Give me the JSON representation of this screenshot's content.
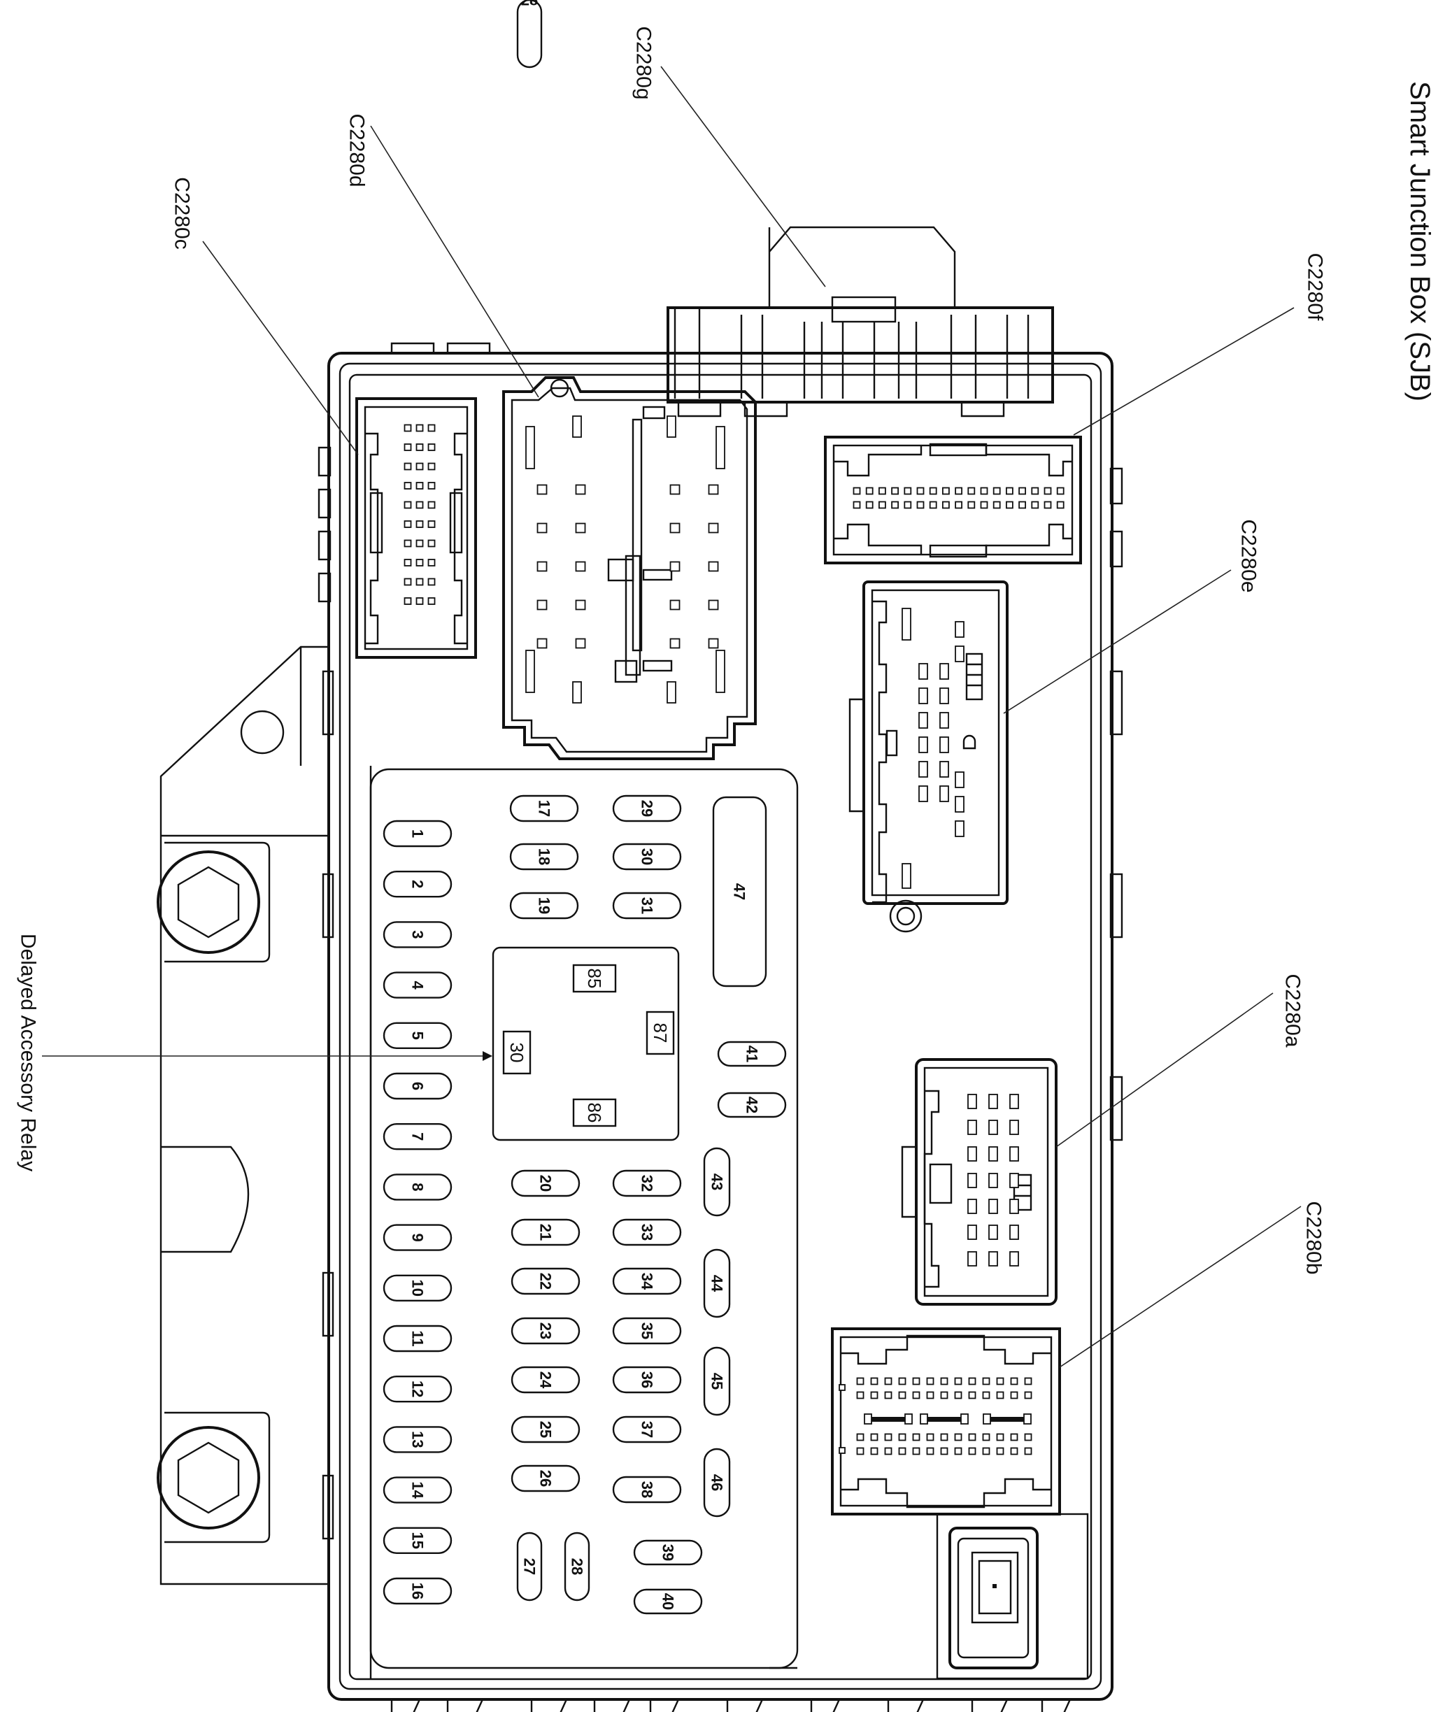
{
  "title": "Smart Junction Box (SJB)",
  "connectors": {
    "c2280a": "C2280a",
    "c2280b": "C2280b",
    "c2280c": "C2280c",
    "c2280d": "C2280d",
    "c2280e": "C2280e",
    "c2280f": "C2280f",
    "c2280g": "C2280g"
  },
  "relay": {
    "label": "Delayed Accessory Relay",
    "pins": [
      "85",
      "87",
      "30",
      "86"
    ]
  },
  "fuses": {
    "column_outer": [
      "1",
      "2",
      "3",
      "4",
      "5",
      "6",
      "7",
      "8",
      "9",
      "10",
      "11",
      "12",
      "13",
      "14",
      "15",
      "16"
    ],
    "column_inner_top": [
      "17",
      "18",
      "19"
    ],
    "column_mid_top": [
      "29",
      "30",
      "31"
    ],
    "column_inner_bottom": [
      "20",
      "21",
      "22",
      "23",
      "24",
      "25",
      "26"
    ],
    "column_mid_bottom": [
      "32",
      "33",
      "34",
      "35",
      "36",
      "37",
      "38"
    ],
    "pair_41_42": [
      "41",
      "42"
    ],
    "column_right": [
      "43",
      "44",
      "45",
      "46"
    ],
    "bottom_small": [
      "27",
      "28"
    ],
    "bottom_right": [
      "39",
      "40"
    ],
    "large": "47"
  }
}
